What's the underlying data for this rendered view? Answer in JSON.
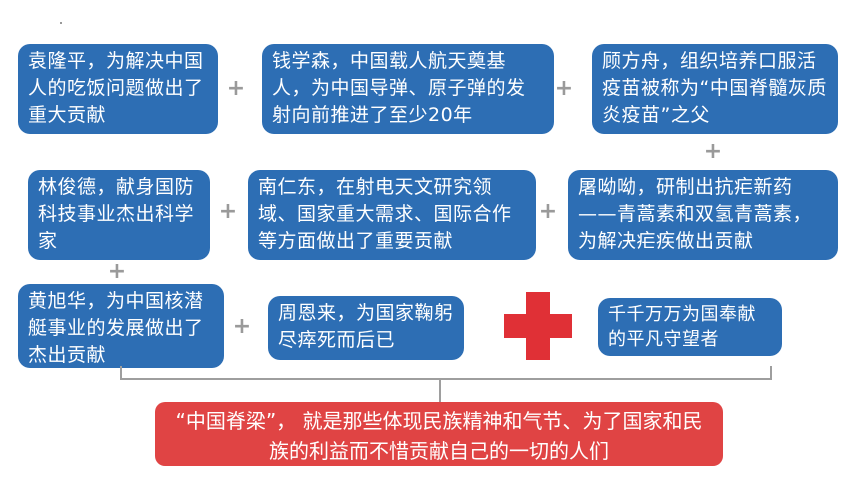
{
  "cards": [
    {
      "id": "yuan-longping",
      "text": "袁隆平，为解决中国人的吃饭问题做出了重大贡献"
    },
    {
      "id": "qian-xuesen",
      "text": "钱学森，中国载人航天奠基人，为中国导弹、原子弹的发射向前推进了至少20年"
    },
    {
      "id": "gu-fangzhou",
      "text": "顾方舟，组织培养口服活疫苗被称为“中国脊髓灰质炎疫苗”之父"
    },
    {
      "id": "lin-junde",
      "text": "林俊德，献身国防科技事业杰出科学家"
    },
    {
      "id": "nan-rendong",
      "text": "南仁东，在射电天文研究领域、国家重大需求、国际合作等方面做出了重要贡献"
    },
    {
      "id": "tu-youyou",
      "text": "屠呦呦，研制出抗疟新药——青蒿素和双氢青蒿素，为解决疟疾做出贡献"
    },
    {
      "id": "huang-xuhua",
      "text": "黄旭华，为中国核潜艇事业的发展做出了杰出贡献"
    },
    {
      "id": "zhou-enlai",
      "text": "周恩来，为国家鞠躬尽瘁死而后已"
    },
    {
      "id": "ordinary-guardians",
      "text": "千千万万为国奉献的平凡守望者"
    }
  ],
  "plus_symbol": "+",
  "conclusion": "“中国脊梁”， 就是那些体现民族精神和气节、为了国家和民族的利益而不惜贡献自己的一切的人们",
  "colors": {
    "card": "#2d6eb4",
    "accent": "#e03036",
    "conclusion": "#e04444",
    "connector": "#9e9e9e"
  }
}
